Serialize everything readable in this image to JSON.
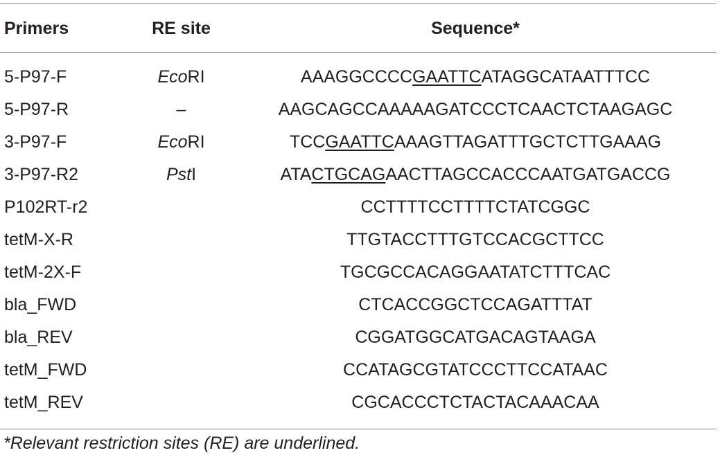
{
  "table": {
    "headers": {
      "primers": "Primers",
      "re_site": "RE site",
      "sequence": "Sequence*"
    },
    "rows": [
      {
        "primer": "5-P97-F",
        "re_italic": "Eco",
        "re_plain": "RI",
        "seq_pre": "AAAGGCCCC",
        "seq_site": "GAATTC",
        "seq_post": "ATAGGCATAATTTCC"
      },
      {
        "primer": "5-P97-R",
        "re_italic": "",
        "re_plain": "–",
        "seq_pre": "AAGCAGCCAAAAAGATCCCTCAACTCTAAGAGC",
        "seq_site": "",
        "seq_post": ""
      },
      {
        "primer": "3-P97-F",
        "re_italic": "Eco",
        "re_plain": "RI",
        "seq_pre": "TCC",
        "seq_site": "GAATTC",
        "seq_post": "AAAGTTAGATTTGCTCTTGAAAG"
      },
      {
        "primer": "3-P97-R2",
        "re_italic": "Pst",
        "re_plain": "I",
        "seq_pre": "ATA",
        "seq_site": "CTGCAG",
        "seq_post": "AACTTAGCCACCCAATGATGACCG"
      },
      {
        "primer": "P102RT-r2",
        "re_italic": "",
        "re_plain": "",
        "seq_pre": "CCTTTTCCTTTTCTATCGGC",
        "seq_site": "",
        "seq_post": ""
      },
      {
        "primer": "tetM-X-R",
        "re_italic": "",
        "re_plain": "",
        "seq_pre": "TTGTACCTTTGTCCACGCTTCC",
        "seq_site": "",
        "seq_post": ""
      },
      {
        "primer": "tetM-2X-F",
        "re_italic": "",
        "re_plain": "",
        "seq_pre": "TGCGCCACAGGAATATCTTTCAC",
        "seq_site": "",
        "seq_post": ""
      },
      {
        "primer": "bla_FWD",
        "re_italic": "",
        "re_plain": "",
        "seq_pre": "CTCACCGGCTCCAGATTTAT",
        "seq_site": "",
        "seq_post": ""
      },
      {
        "primer": "bla_REV",
        "re_italic": "",
        "re_plain": "",
        "seq_pre": "CGGATGGCATGACAGTAAGA",
        "seq_site": "",
        "seq_post": ""
      },
      {
        "primer": "tetM_FWD",
        "re_italic": "",
        "re_plain": "",
        "seq_pre": "CCATAGCGTATCCCTTCCATAAC",
        "seq_site": "",
        "seq_post": ""
      },
      {
        "primer": "tetM_REV",
        "re_italic": "",
        "re_plain": "",
        "seq_pre": "CGCACCCTCTACTACAAACAA",
        "seq_site": "",
        "seq_post": ""
      }
    ]
  },
  "footnote": "*Relevant restriction sites (RE) are underlined."
}
